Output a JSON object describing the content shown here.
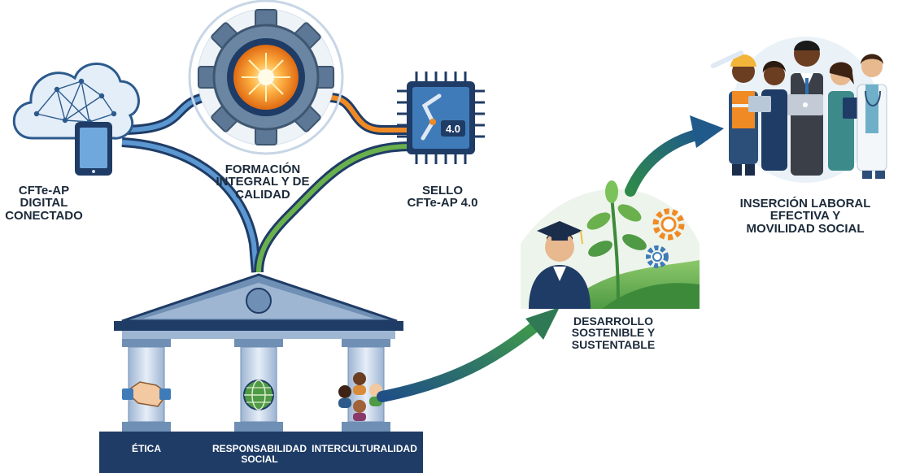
{
  "nodes": {
    "digital": {
      "lines": [
        "CFTe-AP",
        "DIGITAL",
        "CONECTADO"
      ],
      "icon": "cloud-tablet-icon"
    },
    "formacion": {
      "lines": [
        "FORMACIÓN",
        "INTEGRAL Y DE",
        "CALIDAD"
      ],
      "icon": "gear-icon"
    },
    "sello": {
      "lines": [
        "SELLO",
        "CFTe-AP 4.0"
      ],
      "chip_text": "4.0",
      "icon": "chip-robot-arm-icon"
    },
    "desarrollo": {
      "lines": [
        "DESARROLLO",
        "SOSTENIBLE Y",
        "SUSTENTABLE"
      ],
      "icon": "graduate-plant-icon"
    },
    "insercion": {
      "lines": [
        "INSERCIÓN LABORAL",
        "EFECTIVA Y",
        "MOVILIDAD SOCIAL"
      ],
      "icon": "workers-group-icon"
    }
  },
  "pillars": [
    {
      "lines": [
        "ÉTICA"
      ],
      "icon": "handshake-icon"
    },
    {
      "lines": [
        "RESPONSABILIDAD",
        "SOCIAL"
      ],
      "icon": "globe-icon"
    },
    {
      "lines": [
        "INTERCULTURALIDAD"
      ],
      "icon": "diverse-people-icon"
    }
  ],
  "colors": {
    "navy": "#1f3c66",
    "blue": "#3f7bb8",
    "green": "#4f9a45",
    "orange": "#f08a24",
    "text": "#1c2a3a"
  }
}
